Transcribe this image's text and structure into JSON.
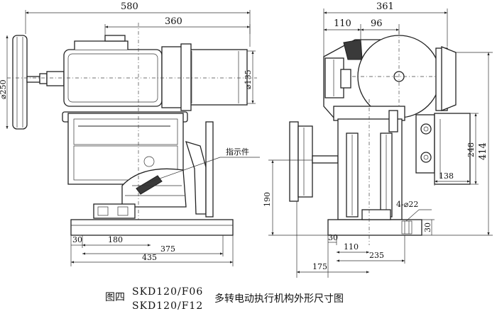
{
  "left_view": {
    "dim_overall_width": "580",
    "dim_motor_width": "360",
    "dim_handwheel_dia": "⌀250",
    "dim_motor_dia": "⌀135",
    "dim_base_30": "30",
    "dim_180": "180",
    "dim_375": "375",
    "dim_435": "435",
    "label_indicator": "指示件"
  },
  "right_view": {
    "dim_overall_361": "361",
    "dim_110_top": "110",
    "dim_96": "96",
    "dim_height_414": "414",
    "dim_248": "248",
    "dim_138": "138",
    "dim_190": "190",
    "dim_holes": "4-⌀22",
    "dim_base_30": "30",
    "dim_30_bottom": "30",
    "dim_110_bottom": "110",
    "dim_235": "235",
    "dim_175": "175"
  },
  "caption": {
    "figure_label": "图四",
    "model_line_1": "SKD120/F06",
    "model_line_2": "SKD120/F12",
    "description": "多转电动执行机构外形尺寸图"
  }
}
